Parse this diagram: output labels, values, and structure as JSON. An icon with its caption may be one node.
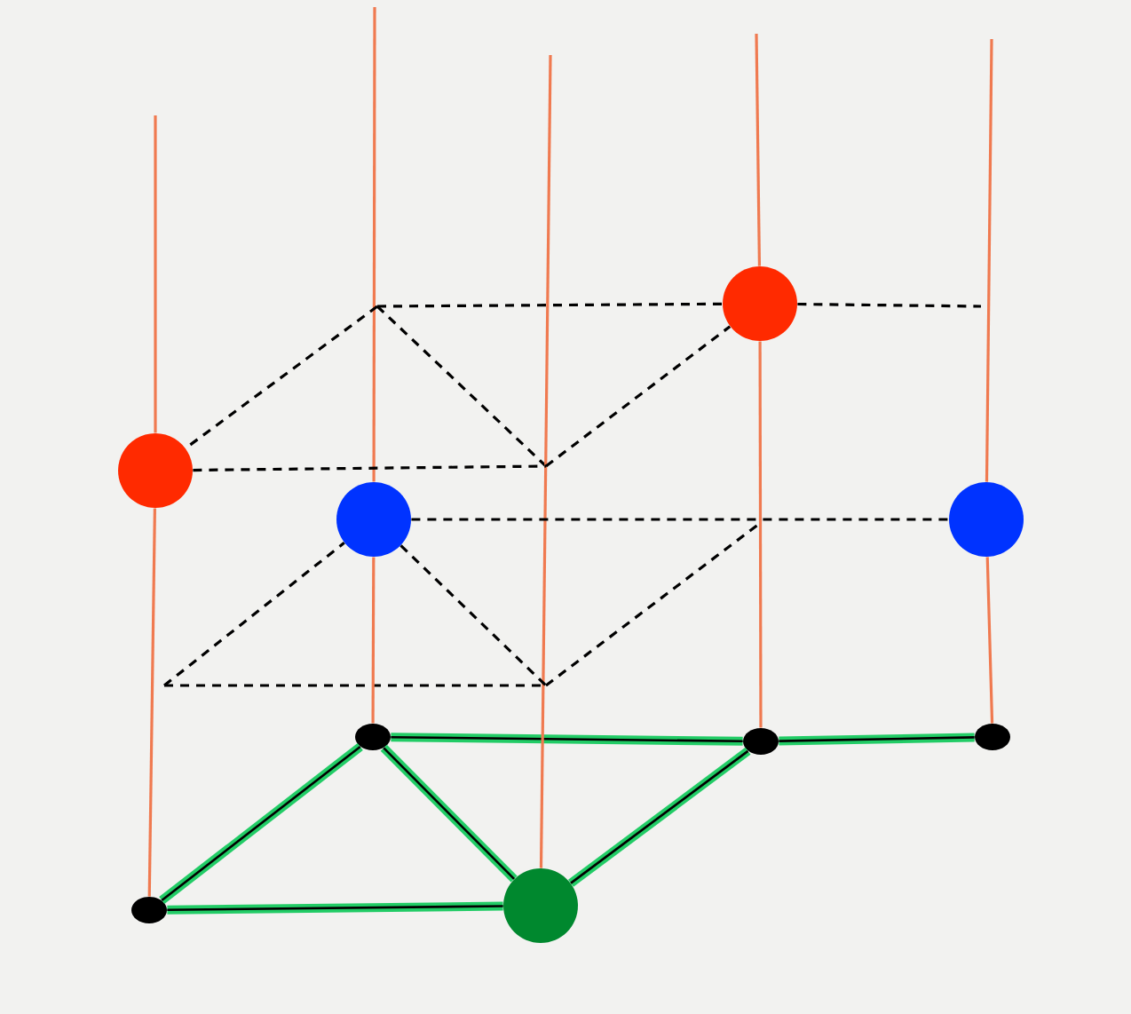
{
  "diagram": {
    "nodes": [
      {
        "text": [],
        "shape": "circle"
      },
      {
        "text": [],
        "shape": "circle"
      },
      {
        "text": [],
        "shape": "circle"
      },
      {
        "text": [],
        "shape": "circle"
      },
      {
        "text": [],
        "shape": "dot"
      },
      {
        "text": [],
        "shape": "dot"
      },
      {
        "text": [],
        "shape": "dot"
      },
      {
        "text": [],
        "shape": "dot"
      },
      {
        "text": [],
        "shape": "circle"
      }
    ],
    "edges": [
      {
        "from": 4,
        "to": 5,
        "arrow": "none",
        "style": "thick",
        "color": "#22cc66"
      },
      {
        "from": 5,
        "to": 6,
        "arrow": "none",
        "style": "thick",
        "color": "#22cc66"
      },
      {
        "from": 6,
        "to": 7,
        "arrow": "none",
        "style": "thick",
        "color": "#22cc66"
      },
      {
        "from": 4,
        "to": 8,
        "arrow": "none",
        "style": "thick",
        "color": "#22cc66"
      },
      {
        "from": 5,
        "to": 8,
        "arrow": "none",
        "style": "thick",
        "color": "#22cc66"
      },
      {
        "from": 8,
        "to": 6,
        "arrow": "none",
        "style": "thick",
        "color": "#22cc66"
      },
      {
        "from": null,
        "to": 0,
        "arrow": "none",
        "color": "#f07a50"
      },
      {
        "from": 0,
        "to": 4,
        "arrow": "none",
        "color": "#f07a50"
      },
      {
        "from": null,
        "to": 2,
        "arrow": "none",
        "color": "#f07a50"
      },
      {
        "from": 2,
        "to": 5,
        "arrow": "none",
        "color": "#f07a50"
      },
      {
        "from": null,
        "to": 8,
        "arrow": "none",
        "color": "#f07a50"
      },
      {
        "from": null,
        "to": 1,
        "arrow": "none",
        "color": "#f07a50"
      },
      {
        "from": 1,
        "to": 6,
        "arrow": "none",
        "color": "#f07a50"
      },
      {
        "from": null,
        "to": 3,
        "arrow": "none",
        "color": "#f07a50"
      },
      {
        "from": 3,
        "to": 7,
        "arrow": "none",
        "color": "#f07a50"
      },
      {
        "from": null,
        "to": 0,
        "arrow": "none",
        "style": "dashed",
        "color": "#000000"
      },
      {
        "from": 0,
        "to": null,
        "arrow": "none",
        "style": "dashed",
        "color": "#000000"
      },
      {
        "from": null,
        "to": 1,
        "arrow": "none",
        "style": "dashed",
        "color": "#000000"
      },
      {
        "from": null,
        "to": 1,
        "arrow": "none",
        "style": "dashed",
        "color": "#000000"
      },
      {
        "from": 1,
        "to": null,
        "arrow": "none",
        "style": "dashed",
        "color": "#000000"
      },
      {
        "from": null,
        "to": 2,
        "arrow": "none",
        "style": "dashed",
        "color": "#000000"
      },
      {
        "from": 2,
        "to": null,
        "arrow": "none",
        "style": "dashed",
        "color": "#000000"
      },
      {
        "from": 2,
        "to": 3,
        "arrow": "none",
        "style": "dashed",
        "color": "#000000"
      }
    ]
  }
}
